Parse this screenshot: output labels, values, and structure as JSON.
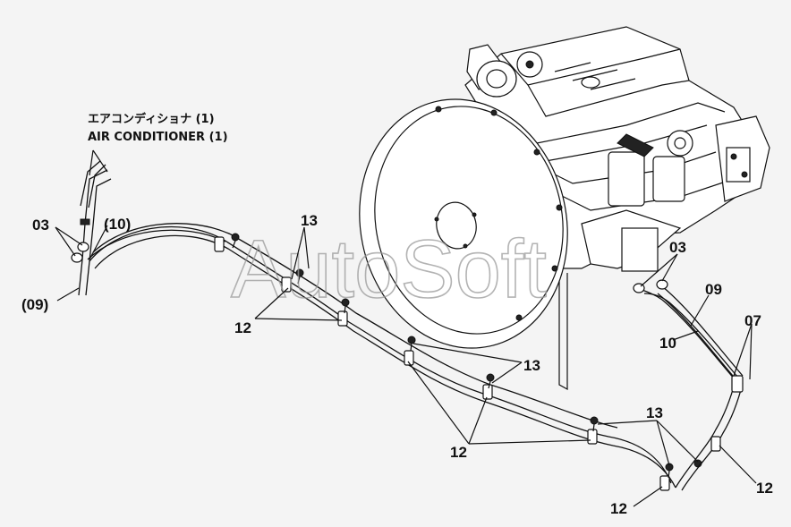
{
  "callout_title": {
    "japanese": "エアコンディショナ (1)",
    "english": "AIR CONDITIONER (1)"
  },
  "watermark": "AutoSoft",
  "callouts": [
    {
      "id": "c1",
      "text": "03"
    },
    {
      "id": "c2",
      "text": "(10)"
    },
    {
      "id": "c3",
      "text": "(09)"
    },
    {
      "id": "c4",
      "text": "13"
    },
    {
      "id": "c5",
      "text": "12"
    },
    {
      "id": "c6",
      "text": "13"
    },
    {
      "id": "c7",
      "text": "12"
    },
    {
      "id": "c8",
      "text": "03"
    },
    {
      "id": "c9",
      "text": "09"
    },
    {
      "id": "c10",
      "text": "10"
    },
    {
      "id": "c11",
      "text": "07"
    },
    {
      "id": "c12",
      "text": "13"
    },
    {
      "id": "c13",
      "text": "12"
    },
    {
      "id": "c14",
      "text": "12"
    }
  ]
}
